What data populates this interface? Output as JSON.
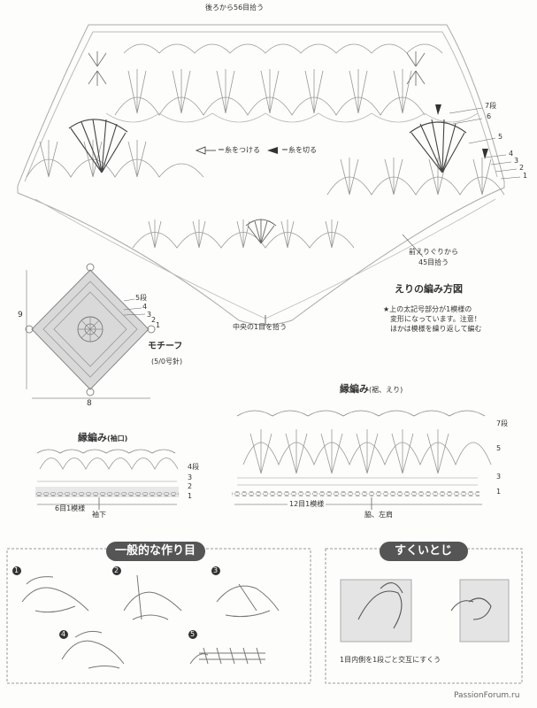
{
  "collar_chart": {
    "pickup_back": "後ろから56目拾う",
    "attach_legend": "＝糸をつける",
    "cut_legend": "＝糸を切る",
    "row_labels": [
      "7段",
      "6",
      "5",
      "4",
      "3",
      "2",
      "1"
    ],
    "pickup_front": "前えりぐりから",
    "pickup_front_count": "45目拾う",
    "pickup_center": "中央の1目を拾う",
    "title": "えりの編み方図",
    "note_star": "★上の太記号部分が1模様の",
    "note_line2": "変形になっています。注意！",
    "note_line3": "ほかは模様を繰り返して編む"
  },
  "motif": {
    "row_labels": [
      "5段",
      "4",
      "3",
      "2",
      "1"
    ],
    "height": "9",
    "width": "8",
    "name": "モチーフ",
    "hook": "(5/0号針)"
  },
  "edging_hem": {
    "title": "縁編み",
    "title_paren": "(裾、えり)",
    "row_labels": [
      "7段",
      "5",
      "3",
      "1"
    ],
    "repeat": "12目1模様",
    "position": "脇、左肩"
  },
  "edging_cuff": {
    "title": "縁編み",
    "title_paren": "(袖口)",
    "row_labels": [
      "4段",
      "3",
      "2",
      "1"
    ],
    "repeat": "6目1模様",
    "position": "袖下"
  },
  "cast_on": {
    "title": "一般的な作り目",
    "steps": [
      "1",
      "2",
      "3",
      "4",
      "5"
    ]
  },
  "whip_stitch": {
    "title": "すくいとじ",
    "caption": "1目内側を1段ごと交互にすくう"
  },
  "watermark": "PassionForum.ru"
}
